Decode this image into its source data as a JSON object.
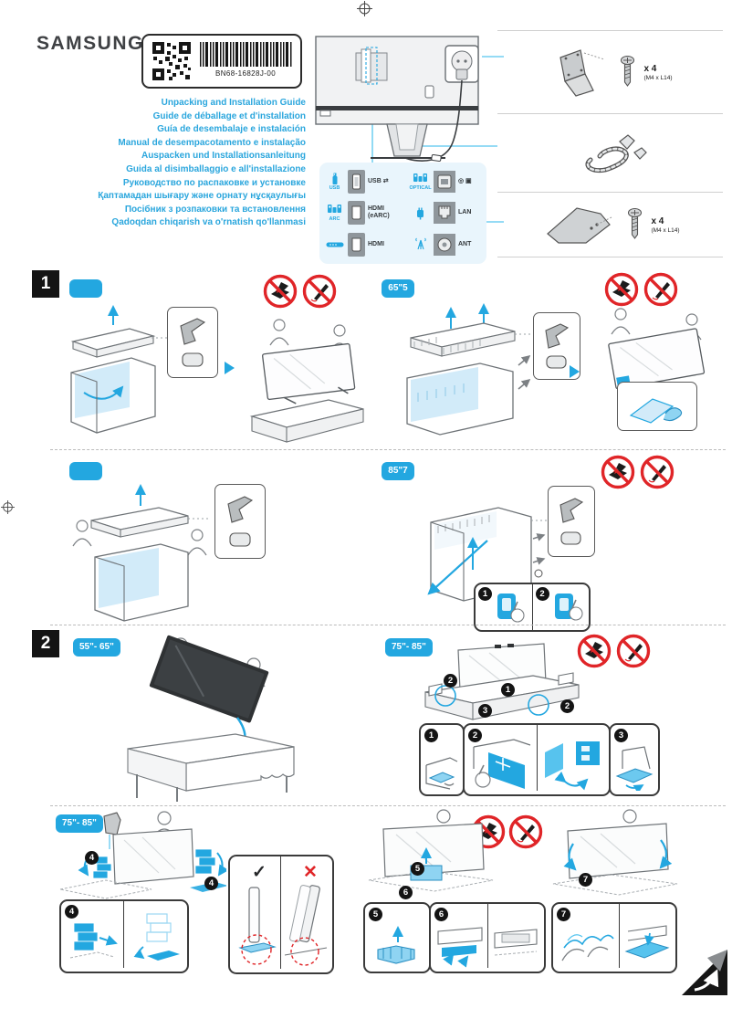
{
  "document": {
    "brand": "SAMSUNG",
    "part_number": "BN68-16828J-00",
    "titles": [
      "Unpacking and Installation Guide",
      "Guide de déballage et d'installation",
      "Guía de desembalaje e instalación",
      "Manual de desempacotamento e instalação",
      "Auspacken und Installationsanleitung",
      "Guida al disimballaggio e all'installazione",
      "Руководство по распаковке и установке",
      "Қаптамадан шығару және орнату нұсқаулығы",
      "Посібник з розпаковки та встановлення",
      "Qadoqdan chiqarish va o'rnatish qo'llanmasi"
    ]
  },
  "ports": {
    "usb_caption": "USB",
    "arc_caption": "ARC",
    "optical_caption": "OPTICAL",
    "labels": {
      "usb": "USB ⇄",
      "hdmi_earc": "HDMI (eARC)",
      "hdmi": "HDMI",
      "service": "◎ ▣",
      "lan": "LAN",
      "ant": "ANT"
    }
  },
  "accessories": {
    "screw_qty": "x 4",
    "screw_spec": "(M4 x L14)"
  },
  "sections": {
    "one": {
      "number": "1",
      "badge_row1_left": "",
      "badge_row1_right": "65\"5",
      "badge_row2_left": "",
      "badge_row2_right": "85\"7"
    },
    "two": {
      "number": "2",
      "badge_left": "55\"- 65\"",
      "badge_right": "75\"- 85\"",
      "badge_bottom": "75\"- 85\""
    }
  },
  "steps": {
    "s1": "1",
    "s2": "2",
    "s3": "3",
    "s4": "4",
    "s5": "5",
    "s6": "6",
    "s7": "7"
  },
  "marks": {
    "check": "✓",
    "cross": "✕"
  },
  "colors": {
    "accent_blue": "#23a7e0",
    "title_blue": "#2aa6dd",
    "prohibition_red": "#e02528"
  }
}
